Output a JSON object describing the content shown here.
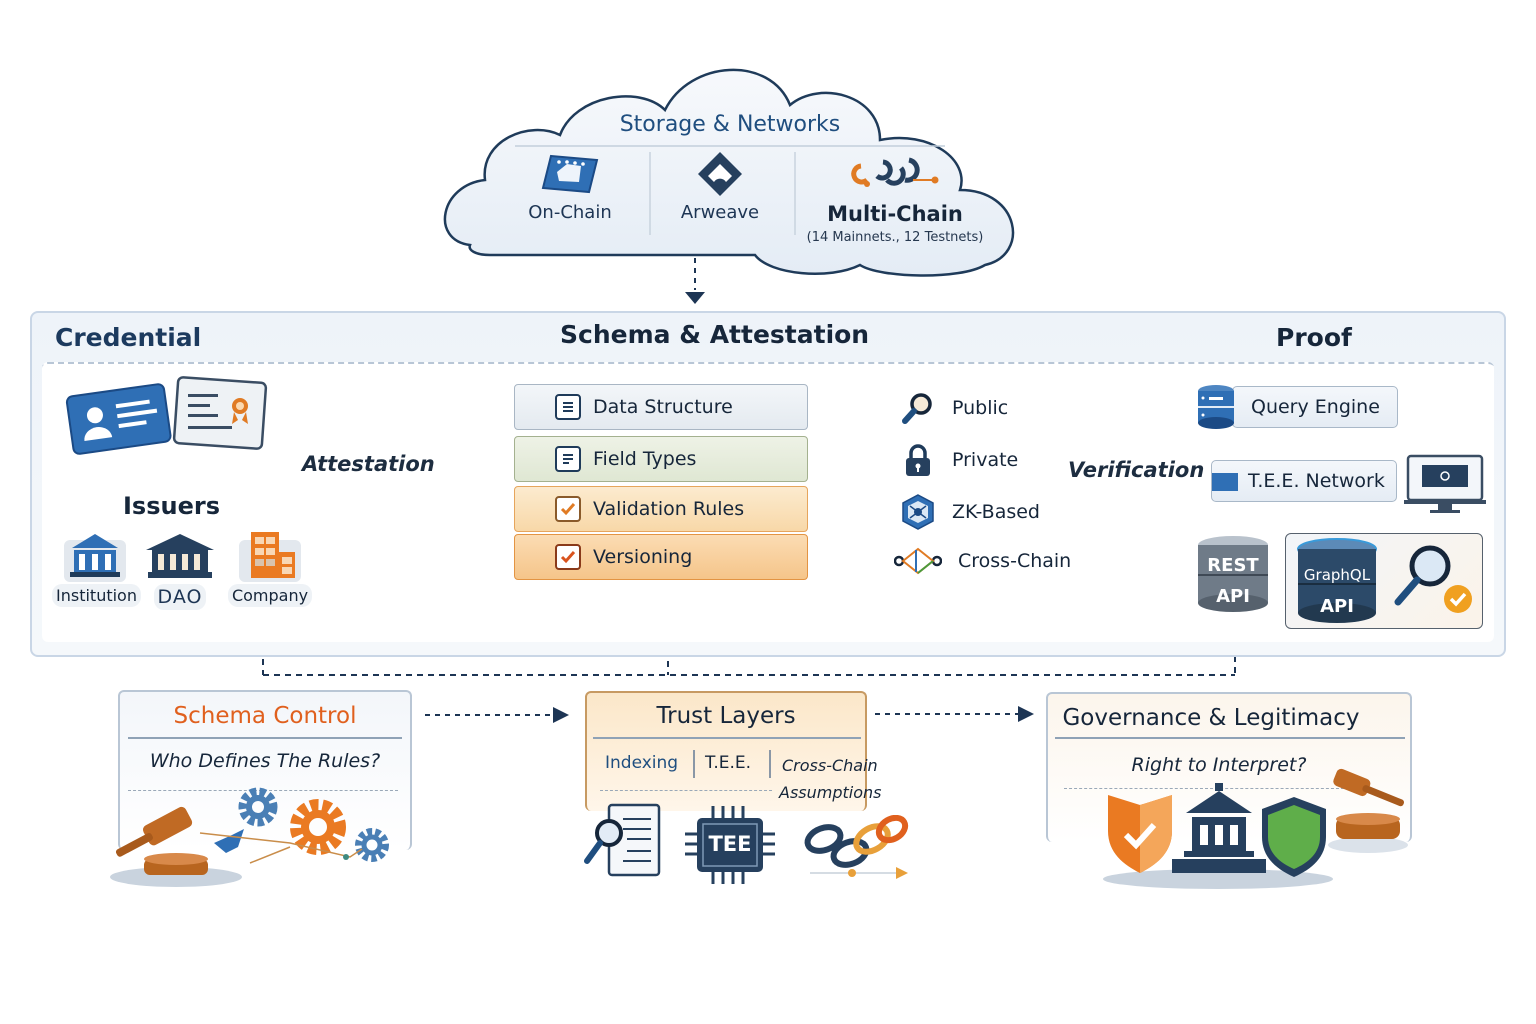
{
  "storage": {
    "title": "Storage & Networks",
    "items": [
      {
        "label": "On-Chain",
        "icon": "blockchain-chip-icon"
      },
      {
        "label": "Arweave",
        "icon": "arweave-logo-icon"
      },
      {
        "label": "Multi-Chain",
        "sublabel": "(14 Mainnets., 12 Testnets)",
        "icon": "chain-links-icon"
      }
    ]
  },
  "main": {
    "credential": {
      "title": "Credential",
      "issuers_title": "Issuers",
      "issuers": [
        {
          "label": "Institution",
          "icon": "institution-building-icon"
        },
        {
          "label": "DAO",
          "icon": "dao-building-icon"
        },
        {
          "label": "Company",
          "icon": "company-building-icon"
        }
      ]
    },
    "attestation_label": "Attestation",
    "schema": {
      "title": "Schema & Attestation",
      "stack": [
        {
          "label": "Data Structure",
          "icon": "document-icon"
        },
        {
          "label": "Field Types",
          "icon": "list-document-icon"
        },
        {
          "label": "Validation Rules",
          "icon": "checkbox-icon"
        },
        {
          "label": "Versioning",
          "icon": "checkbox-icon"
        }
      ],
      "visibility": [
        {
          "label": "Public",
          "icon": "magnifier-icon"
        },
        {
          "label": "Private",
          "icon": "lock-icon"
        },
        {
          "label": "ZK-Based",
          "icon": "zk-hexagon-icon"
        },
        {
          "label": "Cross-Chain",
          "icon": "cross-chain-icon"
        }
      ]
    },
    "verification_label": "Verification",
    "proof": {
      "title": "Proof",
      "query_engine": "Query Engine",
      "tee_network": "T.E.E. Network",
      "rest_api": {
        "line1": "REST",
        "line2": "API"
      },
      "graphql_api": {
        "line1": "GraphQL",
        "line2": "API"
      }
    }
  },
  "bottom": {
    "schema_control": {
      "title": "Schema Control",
      "question": "Who Defines The Rules?"
    },
    "trust_layers": {
      "title": "Trust Layers",
      "items": [
        "Indexing",
        "T.E.E.",
        "Cross-Chain"
      ],
      "extra": "Assumptions",
      "tee_chip_label": "TEE"
    },
    "governance": {
      "title": "Governance & Legitimacy",
      "question": "Right to Interpret?"
    }
  },
  "colors": {
    "navy": "#1f4e7f",
    "dark": "#16263a",
    "orange": "#e07b24",
    "blue_accent": "#2f6fb5",
    "green": "#4a9a3c"
  }
}
